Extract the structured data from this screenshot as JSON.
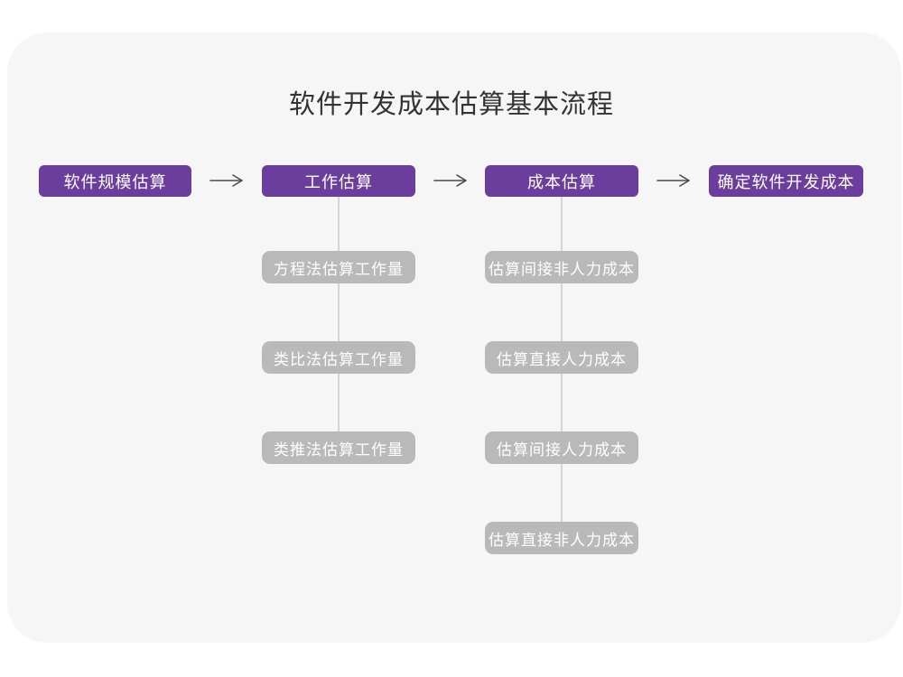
{
  "title": "软件开发成本估算基本流程",
  "colors": {
    "accent_purple": "#6b3e9d",
    "sub_box_gray": "#b9b9b9",
    "card_background": "#f6f6f6",
    "connector_line": "#d5d5d5",
    "arrow": "#4a4a4a",
    "title_text": "#333333",
    "box_text": "#ffffff"
  },
  "flow": {
    "stages": [
      {
        "label": "软件规模估算",
        "children": []
      },
      {
        "label": "工作估算",
        "children": [
          "方程法估算工作量",
          "类比法估算工作量",
          "类推法估算工作量"
        ]
      },
      {
        "label": "成本估算",
        "children": [
          "估算间接非人力成本",
          "估算直接人力成本",
          "估算间接人力成本",
          "估算直接非人力成本"
        ]
      },
      {
        "label": "确定软件开发成本",
        "children": []
      }
    ]
  }
}
